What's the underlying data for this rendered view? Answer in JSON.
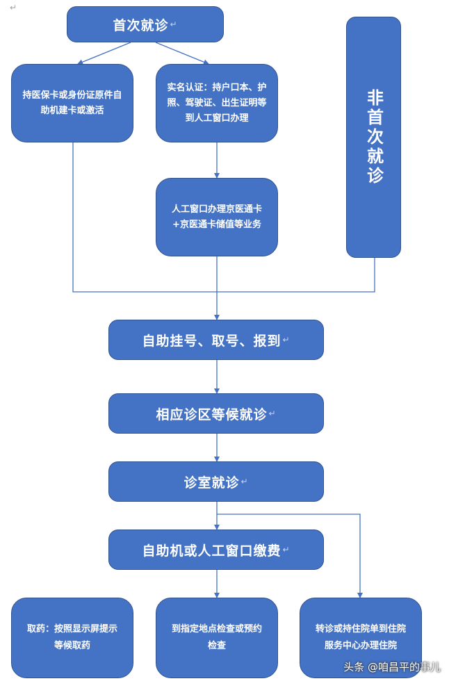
{
  "nodes": {
    "first_visit": "首次就诊",
    "card_self_service": "持医保卡或身份证原件自助机建卡或激活",
    "real_name_auth": "实名认证：持户口本、护照、驾驶证、出生证明等到人工窗口办理",
    "manual_window": "人工窗口办理京医通卡+京医通卡储值等业务",
    "non_first_visit": "非首次就诊",
    "register": "自助挂号、取号、报到",
    "wait_area": "相应诊区等候就诊",
    "consult_room": "诊室就诊",
    "payment": "自助机或人工窗口缴费",
    "get_medicine": "取药：按照显示屏提示等候取药",
    "examination": "到指定地点检查或预约检查",
    "hospitalization": "转诊或持住院单到住院服务中心办理住院"
  },
  "para_mark": "↵",
  "corner_mark": "↵",
  "watermark": "头条 @咱昌平的事儿",
  "colors": {
    "node_fill": "#4472c4",
    "node_border": "#2f528f",
    "arrow": "#4472c4",
    "text": "#ffffff"
  }
}
